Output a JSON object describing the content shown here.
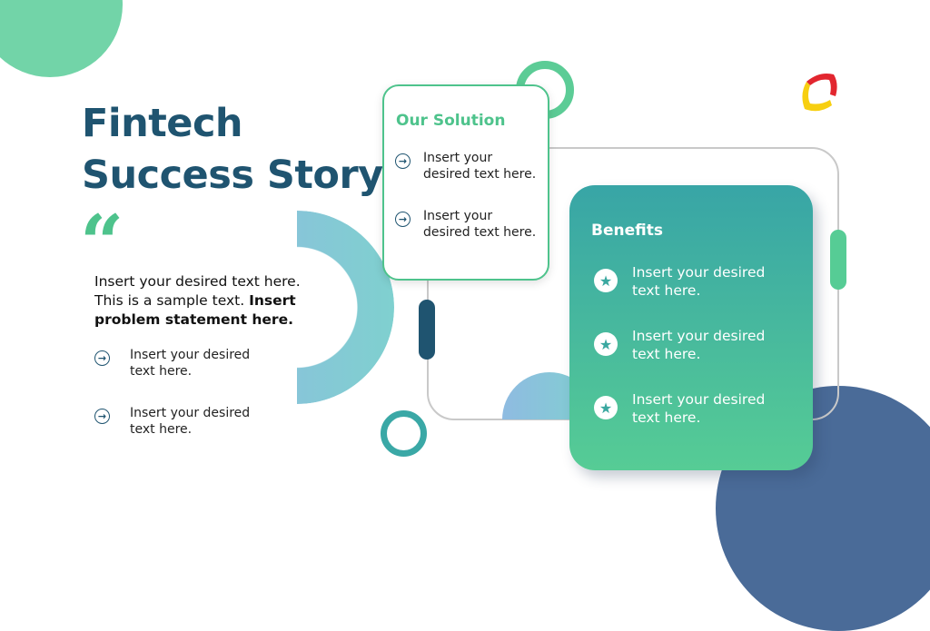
{
  "title_line1": "Fintech",
  "title_line2": "Success Story",
  "quote_mark": "“",
  "intro": {
    "normal": "Insert your desired text here. This is a sample text. ",
    "bold": "Insert problem statement here."
  },
  "left_bullets": [
    {
      "line1": "Insert your desired",
      "line2": "text here."
    },
    {
      "line1": "Insert your desired",
      "line2": "text here."
    }
  ],
  "solution": {
    "heading": "Our Solution",
    "items": [
      {
        "line1": "Insert your",
        "line2": "desired text here."
      },
      {
        "line1": "Insert your",
        "line2": "desired text here."
      }
    ]
  },
  "benefits": {
    "heading": "Benefits",
    "items": [
      {
        "line1": "Insert your desired",
        "line2": "text here."
      },
      {
        "line1": "Insert your desired",
        "line2": "text here."
      },
      {
        "line1": "Insert your desired",
        "line2": "text here."
      }
    ]
  },
  "icons": {
    "bullet": "arrow-right-circle-icon",
    "benefit": "star-circle-icon"
  },
  "colors": {
    "navy": "#1f5470",
    "green": "#4ec38c",
    "teal": "#38a5a6",
    "blue_circle": "#4a6b98"
  }
}
